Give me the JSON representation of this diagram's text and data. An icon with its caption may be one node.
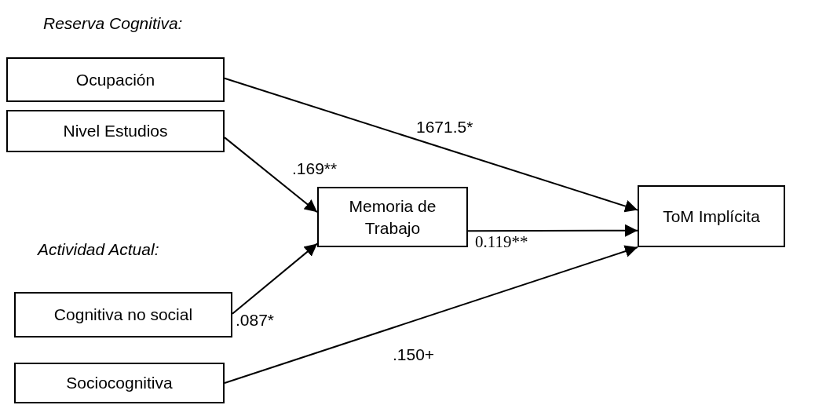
{
  "diagram": {
    "nodes": [
      {
        "text": [
          "Ocupación"
        ]
      },
      {
        "text": [
          "Nivel Estudios"
        ]
      },
      {
        "text": [
          "Memoria de Trabajo"
        ]
      },
      {
        "text": [
          "ToM Implícita"
        ]
      },
      {
        "text": [
          "Cognitiva no social"
        ]
      },
      {
        "text": [
          "Sociocognitiva"
        ]
      }
    ],
    "edges": [
      {
        "from": 0,
        "to": 3,
        "arrow": "to",
        "label": "1671.5*"
      },
      {
        "from": 1,
        "to": 2,
        "arrow": "to",
        "label": ".169**"
      },
      {
        "from": 4,
        "to": 2,
        "arrow": "to",
        "label": ".087*"
      },
      {
        "from": 2,
        "to": 3,
        "arrow": "to",
        "label": "0.119**"
      },
      {
        "from": 5,
        "to": 3,
        "arrow": "to",
        "label": ".150+"
      }
    ],
    "labels": [
      "Reserva Cognitiva:",
      "Actividad Actual:"
    ]
  }
}
